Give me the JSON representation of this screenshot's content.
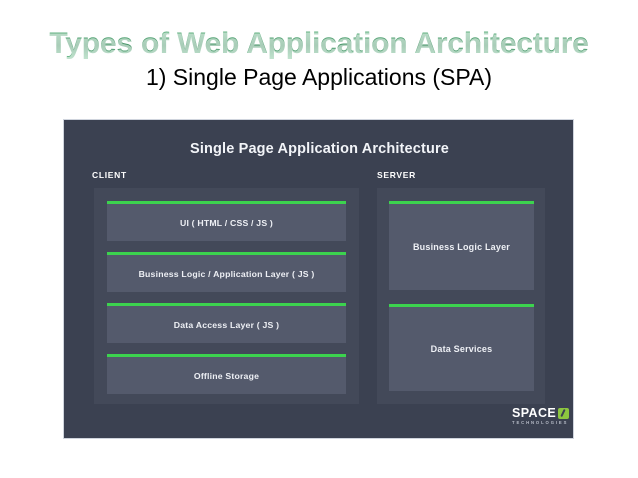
{
  "slide": {
    "title": "Types of Web Application Architecture",
    "subtitle": "1) Single Page Applications (SPA)",
    "title_color": "#4f9b72",
    "subtitle_color": "#000000"
  },
  "diagram": {
    "title": "Single Page Application Architecture",
    "panel_color": "#3b4151",
    "column_color": "#434959",
    "block_color": "#545a6c",
    "accent_color": "#3cd34e",
    "columns": [
      {
        "label": "CLIENT",
        "blocks": [
          {
            "text": "UI ( HTML / CSS / JS )"
          },
          {
            "text": "Business Logic / Application Layer ( JS )"
          },
          {
            "text": "Data Access Layer ( JS )"
          },
          {
            "text": "Offline Storage"
          }
        ]
      },
      {
        "label": "SERVER",
        "blocks": [
          {
            "text": "Business Logic Layer"
          },
          {
            "text": "Data Services"
          }
        ]
      }
    ]
  },
  "logo": {
    "wordmark": "SPACE",
    "tagline": "TECHNOLOGIES",
    "mark_color": "#8cc63f"
  }
}
